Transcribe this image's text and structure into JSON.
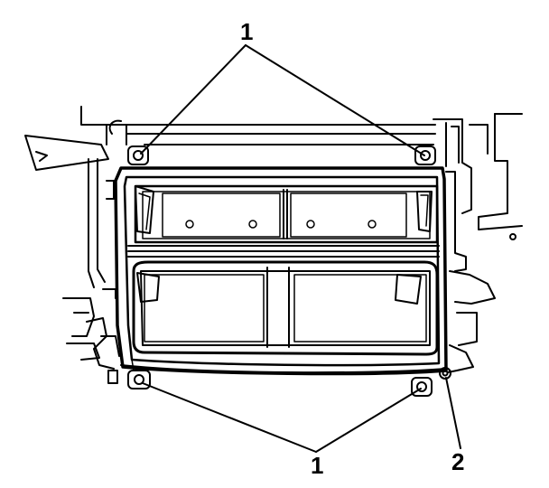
{
  "callouts": {
    "top_fasteners": "1",
    "bottom_fasteners": "1",
    "seal": "2"
  },
  "colors": {
    "line": "#000000",
    "background": "#ffffff"
  }
}
